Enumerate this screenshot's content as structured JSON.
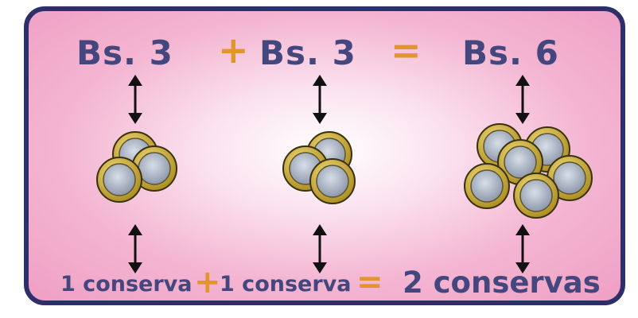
{
  "top_row": {
    "price_a": "Bs. 3",
    "plus": "+",
    "price_b": "Bs. 3",
    "equals": "=",
    "price_total": "Bs. 6"
  },
  "bottom_row": {
    "qty_a": "1 conserva",
    "plus": "+",
    "qty_b": "1 conserva",
    "equals": "=",
    "qty_total": "2 conservas"
  },
  "coin_groups": [
    {
      "count": 3
    },
    {
      "count": 3
    },
    {
      "count": 6
    }
  ],
  "colors": {
    "border": "#2d2f6b",
    "text": "#44467e",
    "operator": "#e0962a",
    "background": "#f4b6d2",
    "coin_gold": "#d6b43c",
    "coin_silver": "#aab4c4"
  }
}
